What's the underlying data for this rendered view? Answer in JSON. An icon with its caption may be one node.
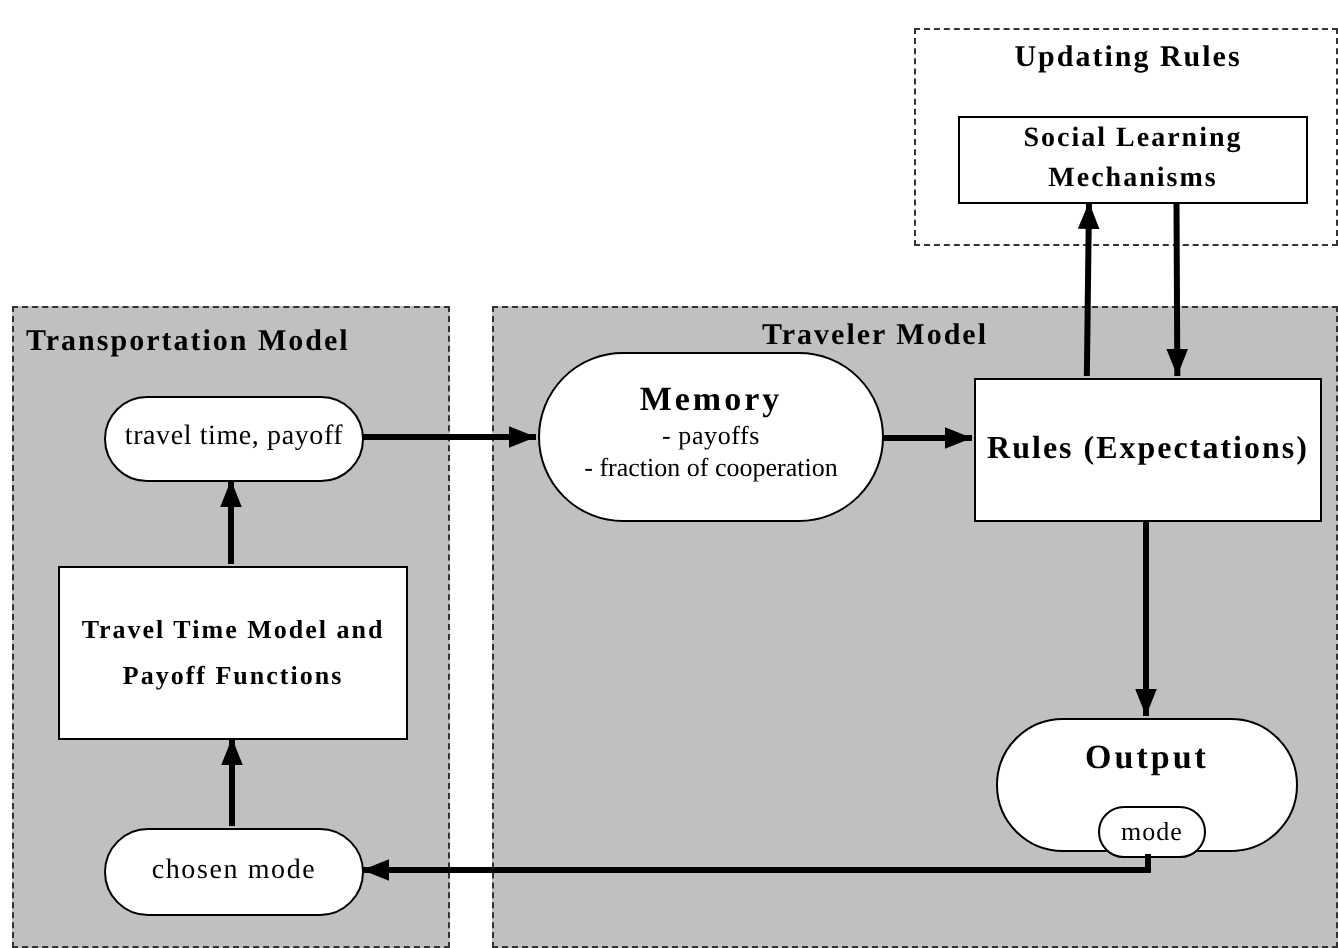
{
  "diagram": {
    "nodes": [
      {
        "text": [
          "Updating Rules"
        ]
      },
      {
        "text": [
          "Social Learning Mechanisms"
        ],
        "in": 0
      },
      {
        "text": [
          "Transportation Model"
        ]
      },
      {
        "text": [
          "travel time, payoff"
        ],
        "in": 2
      },
      {
        "text": [
          "Travel Time Model and Payoff Functions"
        ],
        "in": 2
      },
      {
        "text": [
          "chosen mode"
        ],
        "in": 2
      },
      {
        "text": [
          "Traveler Model"
        ]
      },
      {
        "text": [
          "Memory",
          "- payoffs",
          "- fraction of cooperation"
        ],
        "in": 6
      },
      {
        "text": [
          "Rules (Expectations)"
        ],
        "in": 6
      },
      {
        "text": [
          "Output"
        ],
        "in": 6
      },
      {
        "text": [
          "mode"
        ],
        "in": 9
      }
    ],
    "edges": [
      {
        "from": 5,
        "to": 4,
        "arrow": "to"
      },
      {
        "from": 4,
        "to": 3,
        "arrow": "to"
      },
      {
        "from": 3,
        "to": 7,
        "arrow": "to"
      },
      {
        "from": 7,
        "to": 8,
        "arrow": "to"
      },
      {
        "from": 8,
        "to": 1,
        "arrow": "to"
      },
      {
        "from": 1,
        "to": 8,
        "arrow": "to"
      },
      {
        "from": 8,
        "to": 9,
        "arrow": "to"
      },
      {
        "from": 10,
        "to": 5,
        "arrow": "to"
      }
    ]
  }
}
